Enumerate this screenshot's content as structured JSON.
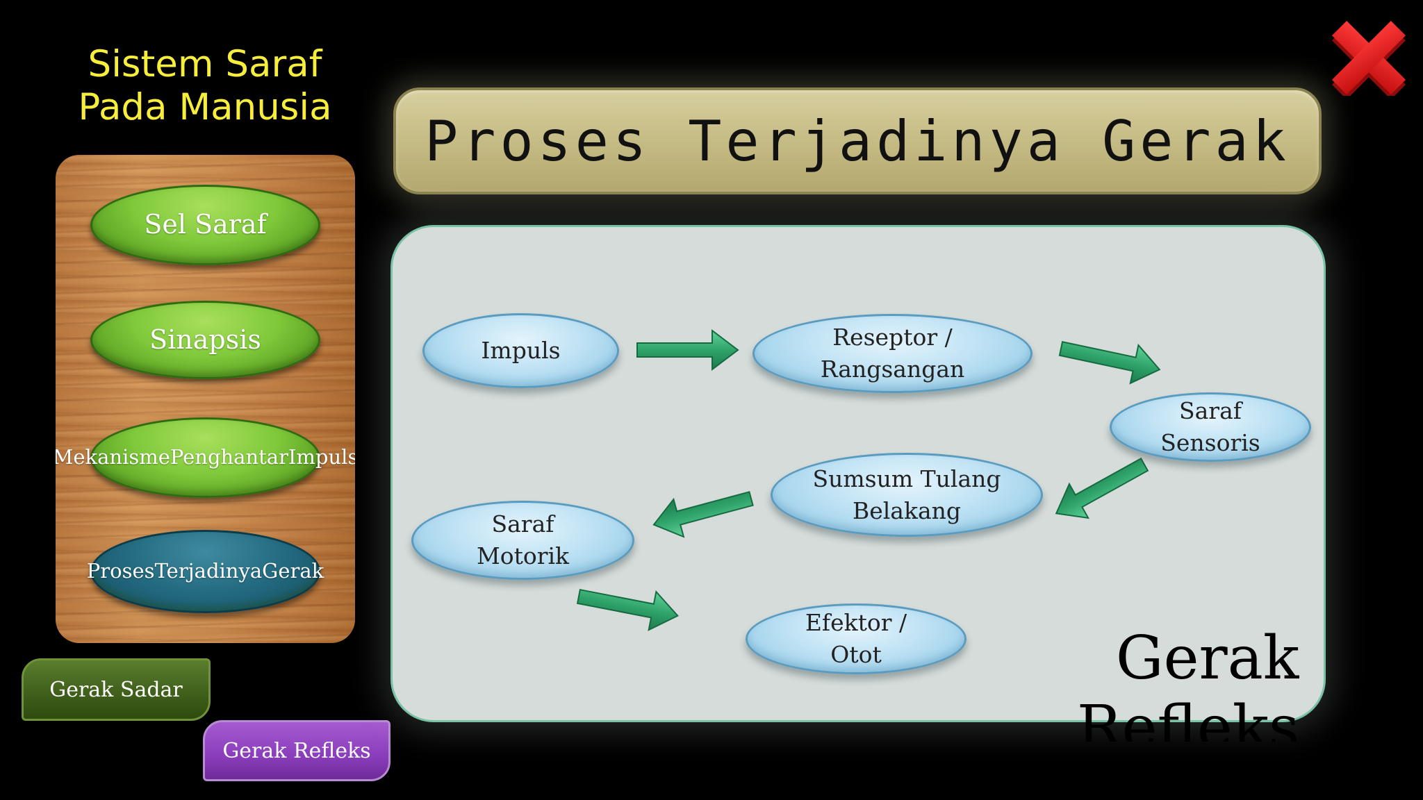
{
  "app_title": {
    "line1": "Sistem Saraf",
    "line2": "Pada Manusia"
  },
  "close": {
    "icon": "close-x-icon",
    "color": "#e31b1b"
  },
  "nav": {
    "items": [
      {
        "lines": [
          "Sel Saraf"
        ],
        "active": false
      },
      {
        "lines": [
          "Sinapsis"
        ],
        "active": false
      },
      {
        "lines": [
          "Mekanisme",
          "Penghantar",
          "Impuls"
        ],
        "active": false
      },
      {
        "lines": [
          "Proses",
          "Terjadinya",
          "Gerak"
        ],
        "active": true
      }
    ]
  },
  "tabs": {
    "sadar": "Gerak Sadar",
    "refleks": "Gerak Refleks"
  },
  "banner": {
    "title": "Proses Terjadinya Gerak"
  },
  "flow": {
    "nodes": {
      "impuls": [
        "Impuls"
      ],
      "reseptor": [
        "Reseptor /",
        "Rangsangan"
      ],
      "saraf_sensoris": [
        "Saraf",
        "Sensoris"
      ],
      "sumsum": [
        "Sumsum Tulang",
        "Belakang"
      ],
      "saraf_motorik": [
        "Saraf",
        "Motorik"
      ],
      "efektor": [
        "Efektor /",
        "Otot"
      ]
    },
    "sequence": [
      "Impuls",
      "Reseptor / Rangsangan",
      "Saraf Sensoris",
      "Sumsum Tulang Belakang",
      "Saraf Motorik",
      "Efektor / Otot"
    ]
  },
  "big_label": {
    "line1": "Gerak",
    "line2": "Refleks"
  },
  "colors": {
    "title_yellow": "#f7ee3c",
    "nav_green": "#7fc93a",
    "nav_active": "#236a80",
    "node_blue": "#bfe2f4",
    "arrow_green": "#2fa36a"
  }
}
